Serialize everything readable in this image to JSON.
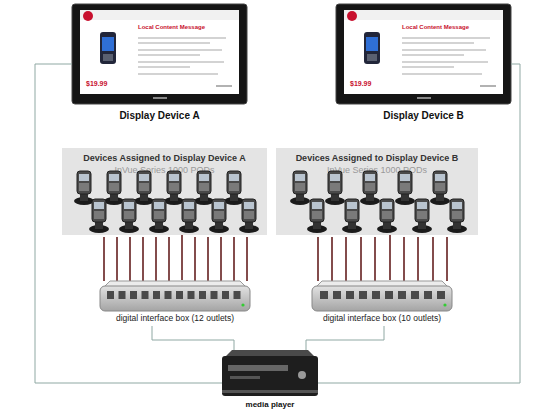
{
  "diagram": {
    "nodes": [
      {
        "text": [
          "Display Device A"
        ]
      },
      {
        "text": [
          "Display Device B"
        ]
      },
      {
        "text": [
          "Devices Assigned to Display Device A",
          "InVue Series 1000 PODs"
        ]
      },
      {
        "text": [
          "Devices Assigned to Display Device B",
          "InVue Series 1000 PODs"
        ]
      },
      {
        "text": [
          "digital interface box (12 outlets)"
        ]
      },
      {
        "text": [
          "digital interface box (10 outlets)"
        ]
      },
      {
        "text": [
          "media player"
        ]
      }
    ],
    "edges": [
      {
        "from": 2,
        "to": 4,
        "arrow": "none"
      },
      {
        "from": 3,
        "to": 5,
        "arrow": "none"
      },
      {
        "from": 4,
        "to": 6,
        "arrow": "none"
      },
      {
        "from": 5,
        "to": 6,
        "arrow": "none"
      },
      {
        "from": 6,
        "to": 0,
        "arrow": "none"
      },
      {
        "from": 6,
        "to": 1,
        "arrow": "none"
      }
    ],
    "labels": [
      "Local Content Message",
      "$19.99",
      "Local Content Message",
      "$19.99"
    ]
  }
}
